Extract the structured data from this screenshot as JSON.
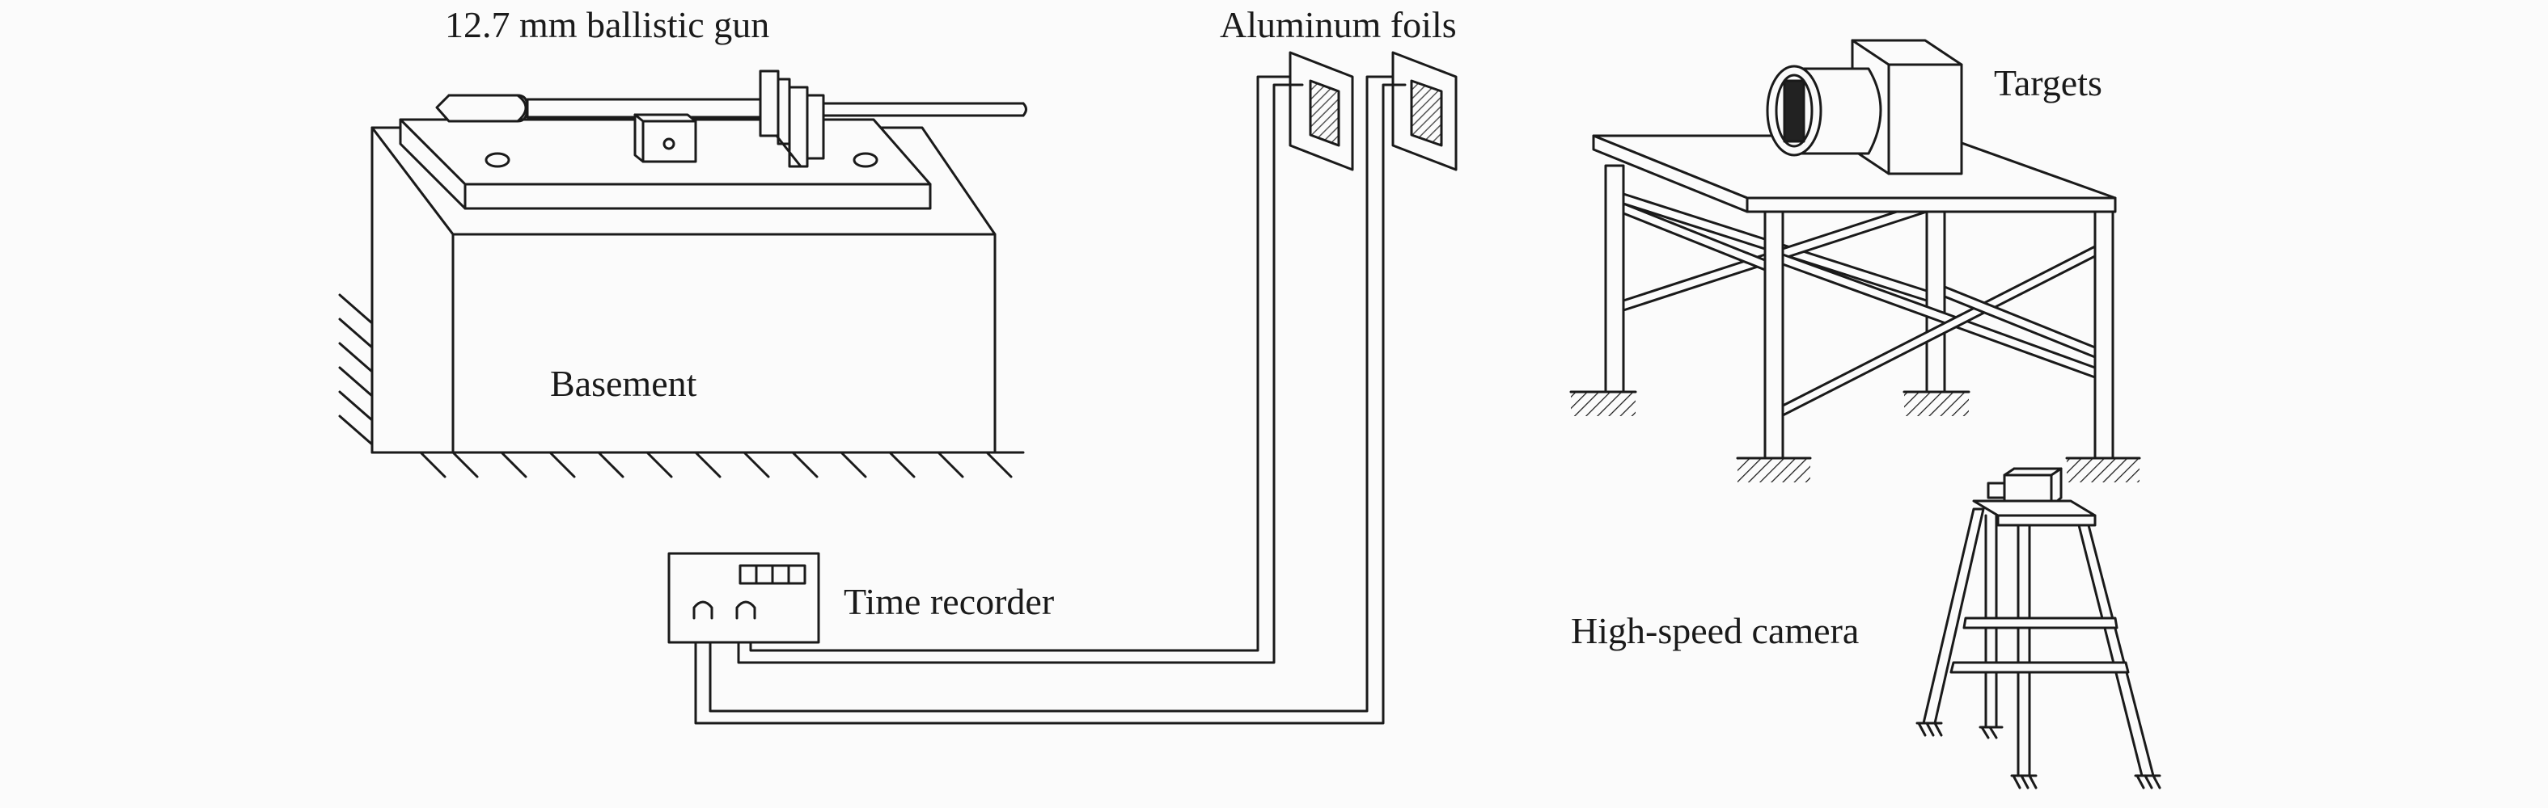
{
  "labels": {
    "gun": "12.7 mm ballistic gun",
    "basement": "Basement",
    "foils": "Aluminum foils",
    "targets": "Targets",
    "recorder": "Time recorder",
    "camera": "High-speed camera"
  },
  "colors": {
    "stroke": "#1a1a1a",
    "background": "#fbfbfb",
    "foil_fill": "#555555"
  }
}
